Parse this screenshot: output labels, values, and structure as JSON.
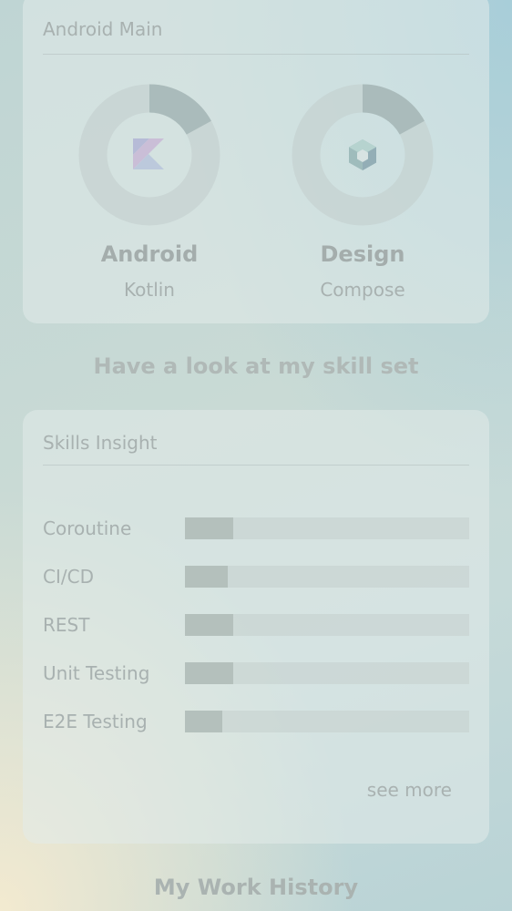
{
  "main_card": {
    "title": "Android Main",
    "skills": [
      {
        "title": "Android",
        "subtitle": "Kotlin",
        "icon": "kotlin-logo-icon",
        "progress": 0.17
      },
      {
        "title": "Design",
        "subtitle": "Compose",
        "icon": "jetpack-compose-icon",
        "progress": 0.17
      }
    ]
  },
  "skill_heading": "Have a look at my skill set",
  "skills_card": {
    "title": "Skills Insight",
    "items": [
      {
        "label": "Coroutine",
        "level": 0.17
      },
      {
        "label": "CI/CD",
        "level": 0.15
      },
      {
        "label": "REST",
        "level": 0.17
      },
      {
        "label": "Unit Testing",
        "level": 0.17
      },
      {
        "label": "E2E Testing",
        "level": 0.13
      }
    ],
    "see_more": "see more"
  },
  "work_heading": "My Work History",
  "colors": {
    "donut_track": "#c3cfcd",
    "donut_fill": "#a5b6b6",
    "bar_track": "#c4d0ce",
    "bar_fill": "#b4c0bc"
  }
}
